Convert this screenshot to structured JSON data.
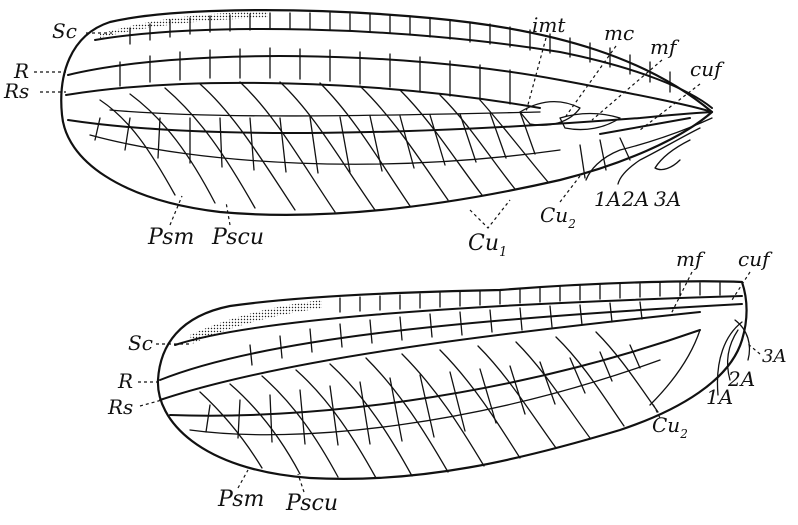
{
  "figure": {
    "forewing": {
      "labels": {
        "sc": "Sc",
        "r": "R",
        "rs": "Rs",
        "imt": "imt",
        "mc": "mc",
        "mf": "mf",
        "cuf": "cuf",
        "psm": "Psm",
        "pscu": "Pscu",
        "cu1": "Cu",
        "cu1_sub": "1",
        "cu2": "Cu",
        "cu2_sub": "2",
        "a1": "1A",
        "a2": "2A",
        "a3": "3A"
      }
    },
    "hindwing": {
      "labels": {
        "sc": "Sc",
        "r": "R",
        "rs": "Rs",
        "mf": "mf",
        "cuf": "cuf",
        "psm": "Psm",
        "pscu": "Pscu",
        "cu2": "Cu",
        "cu2_sub": "2",
        "a1": "1A",
        "a2": "2A",
        "a3": "3A"
      }
    }
  }
}
